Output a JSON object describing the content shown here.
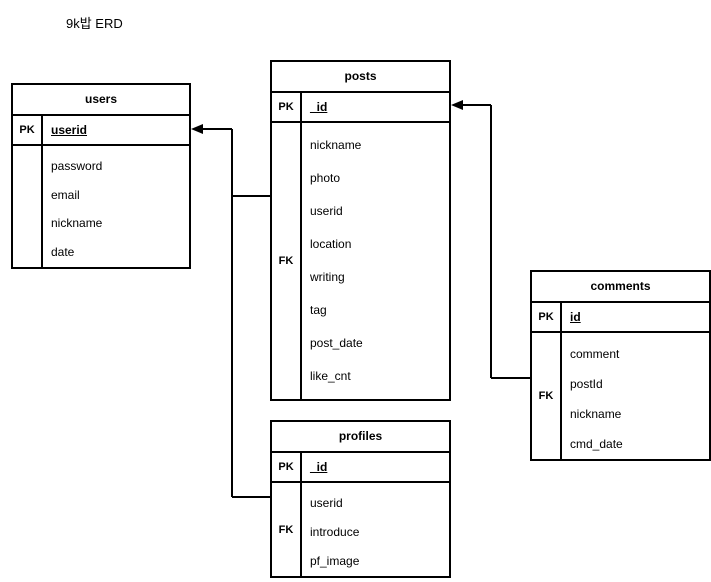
{
  "diagram": {
    "title": "9k밥 ERD",
    "background_color": "#ffffff",
    "line_color": "#000000"
  },
  "entities": {
    "users": {
      "name": "users",
      "pk_label": "PK",
      "pk_field": "userid",
      "fk_label": "",
      "attributes": [
        "password",
        "email",
        "nickname",
        "date"
      ]
    },
    "posts": {
      "name": "posts",
      "pk_label": "PK",
      "pk_field": "_id",
      "fk_label": "FK",
      "attributes": [
        "nickname",
        "photo",
        "userid",
        "location",
        "writing",
        "tag",
        "post_date",
        "like_cnt"
      ]
    },
    "comments": {
      "name": "comments",
      "pk_label": "PK",
      "pk_field": "id",
      "fk_label": "FK",
      "attributes": [
        "comment",
        "postId",
        "nickname",
        "cmd_date"
      ]
    },
    "profiles": {
      "name": "profiles",
      "pk_label": "PK",
      "pk_field": "_id",
      "fk_label": "FK",
      "attributes": [
        "userid",
        "introduce",
        "pf_image"
      ]
    }
  },
  "relationships": [
    {
      "name": "posts-userid-to-users-userid",
      "from": "posts.userid",
      "to": "users.userid",
      "arrow_at": "users"
    },
    {
      "name": "profiles-userid-to-users-userid",
      "from": "profiles.userid",
      "to": "users.userid",
      "arrow_at": "users"
    },
    {
      "name": "comments-postId-to-posts-id",
      "from": "comments.postId",
      "to": "posts._id",
      "arrow_at": "posts"
    }
  ]
}
